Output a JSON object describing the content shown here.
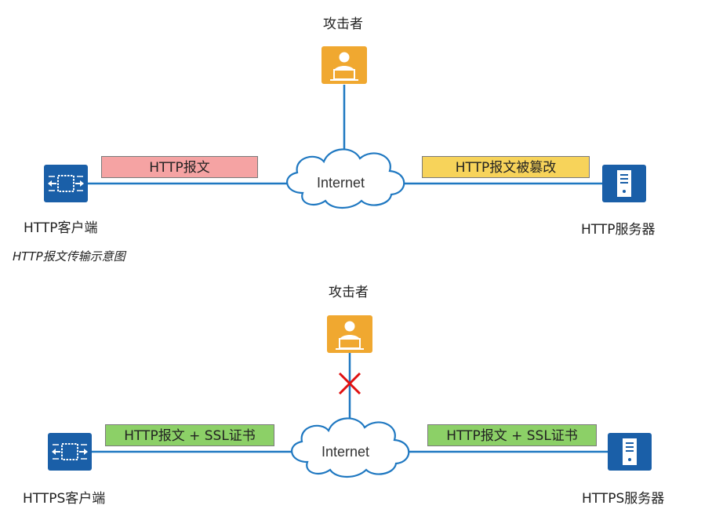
{
  "top": {
    "attacker_label": "攻击者",
    "client_label": "HTTP客户端",
    "server_label": "HTTP服务器",
    "internet_label": "Internet",
    "msg_left": "HTTP报文",
    "msg_right": "HTTP报文被篡改",
    "caption": "HTTP报文传输示意图"
  },
  "bottom": {
    "attacker_label": "攻击者",
    "client_label": "HTTPS客户端",
    "server_label": "HTTPS服务器",
    "internet_label": "Internet",
    "msg_left": "HTTP报文 + SSL证书",
    "msg_right": "HTTP报文 + SSL证书"
  },
  "icons": {
    "attacker": "attacker-person-icon",
    "client": "client-chip-icon",
    "server": "server-tower-icon",
    "cloud": "cloud-icon",
    "blocked": "red-x-icon"
  },
  "colors": {
    "link_line": "#1f78c1",
    "attacker_icon": "#f0a830",
    "device_icon": "#1a5fa8",
    "msg_plain": "#f5a3a3",
    "msg_tampered": "#f7d35a",
    "msg_secure": "#8cd067",
    "blocked_x": "#e01010"
  }
}
